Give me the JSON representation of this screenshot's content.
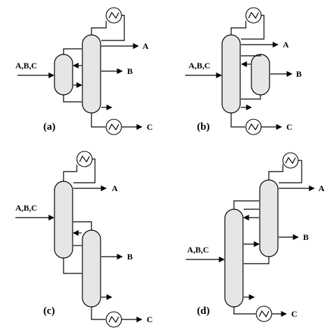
{
  "panels": {
    "a": {
      "caption": "(a)",
      "feed": "A,B,C",
      "out_top": "A",
      "out_side": "B",
      "out_bottom": "C"
    },
    "b": {
      "caption": "(b)",
      "feed": "A,B,C",
      "out_top": "A",
      "out_side": "B",
      "out_bottom": "C"
    },
    "c": {
      "caption": "(c)",
      "feed": "A,B,C",
      "out_top": "A",
      "out_side": "B",
      "out_bottom": "C"
    },
    "d": {
      "caption": "(d)",
      "feed": "A,B,C",
      "out_top": "A",
      "out_side": "B",
      "out_bottom": "C"
    }
  }
}
